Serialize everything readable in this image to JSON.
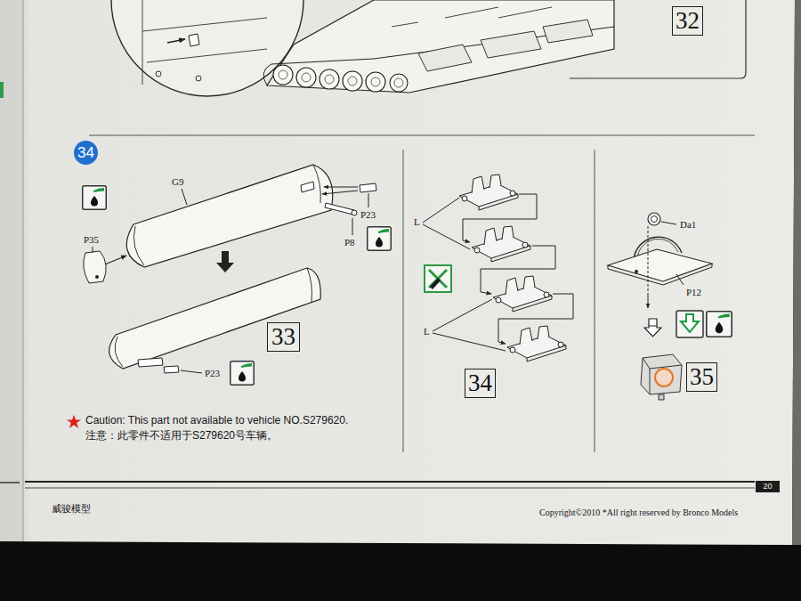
{
  "diagram": {
    "nodes": [
      {
        "text": [
          "32"
        ]
      },
      {
        "text": [
          "34"
        ]
      },
      {
        "text": [
          "33"
        ]
      },
      {
        "text": [
          "34"
        ]
      },
      {
        "text": [
          "35"
        ]
      },
      {
        "text": [
          "20"
        ]
      }
    ],
    "labels": [
      "G9",
      "P35",
      "P23",
      "P8",
      "P23",
      "L",
      "L",
      "Da1",
      "P12",
      "Caution: This part not available to vehicle NO.S279620.",
      "注意：此零件不适用于S279620号车辆。",
      "威骏模型",
      "Copyright©2010 *All right reserved by Bronco Models"
    ]
  }
}
